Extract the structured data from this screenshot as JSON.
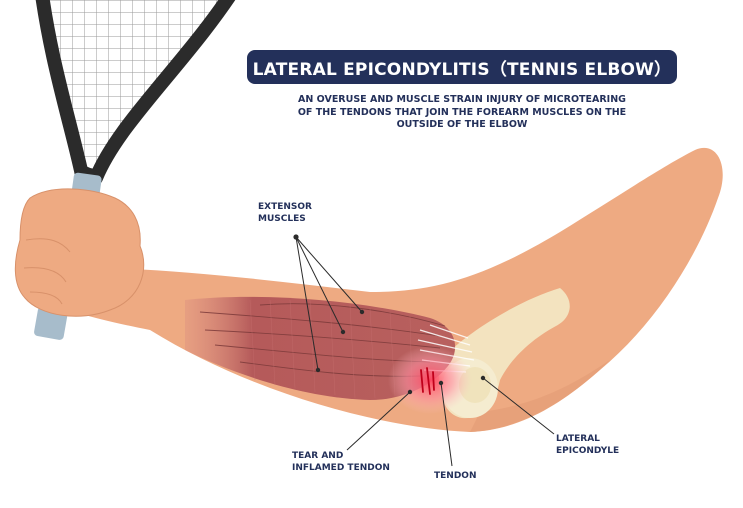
{
  "header": {
    "title": "LATERAL EPICONDYLITIS（TENNIS ELBOW）",
    "subtitle_lines": [
      "AN OVERUSE AND MUSCLE STRAIN INJURY OF MICROTEARING",
      "OF THE TENDONS THAT JOIN THE FOREARM MUSCLES ON THE",
      "OUTSIDE OF THE ELBOW"
    ]
  },
  "labels": {
    "extensor_muscles": [
      "EXTENSOR",
      "MUSCLES"
    ],
    "tear_inflamed_tendon": [
      "TEAR AND",
      "INFLAMED TENDON"
    ],
    "tendon": "TENDON",
    "lateral_epicondyle": [
      "LATERAL",
      "EPICONDYLE"
    ]
  },
  "colors": {
    "title_background": "#23305a",
    "skin": "#eeaa82",
    "muscle": "#b55a5a",
    "bone": "#f2e6c2",
    "inflammation": "#ff5a70",
    "racket": "#2b2b2b",
    "grip": "#a7bccb"
  },
  "icons": [
    "tennis-racket-icon",
    "arm-illustration"
  ]
}
